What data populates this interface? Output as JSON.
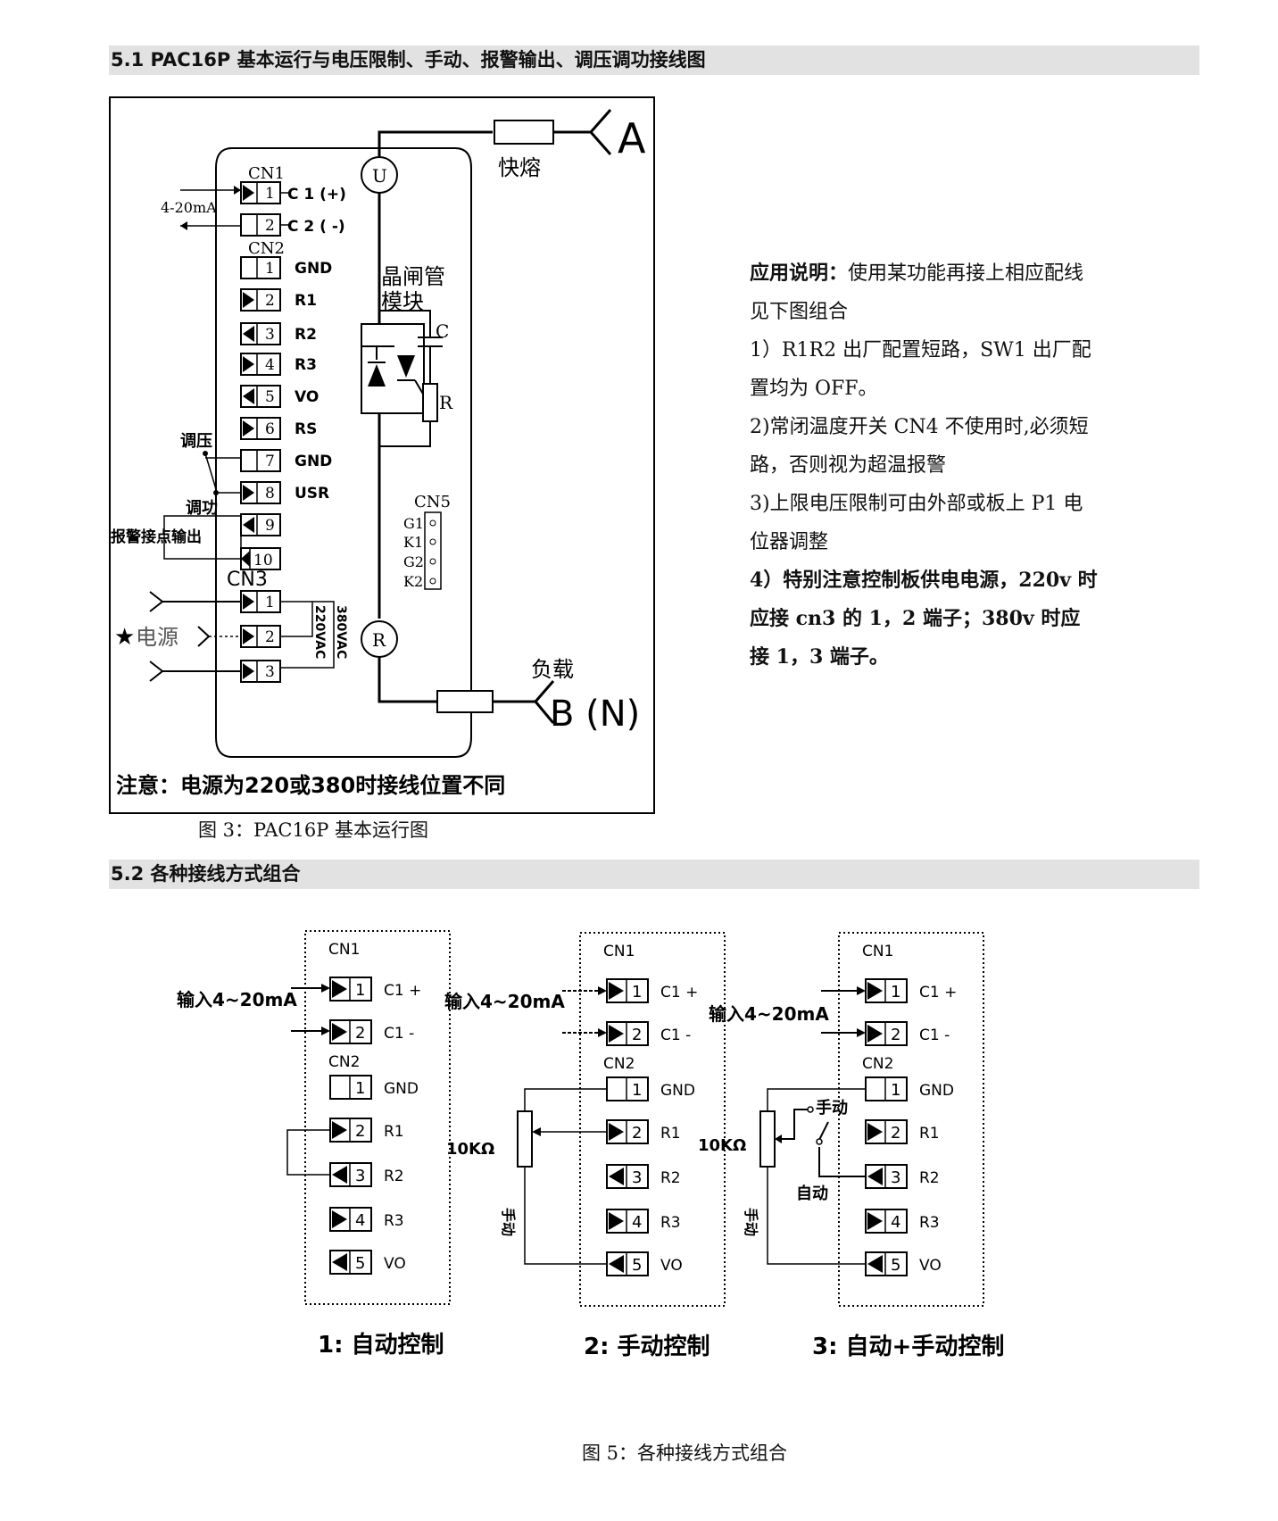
{
  "section1": {
    "title": "5.1 PAC16P 基本运行与电压限制、手动、报警输出、调压调功接线图"
  },
  "section2": {
    "title": "5.2 各种接线方式组合"
  },
  "fig3": {
    "caption": "图 3：PAC16P 基本运行图",
    "labels": {
      "phase_a": "A",
      "phase_b": "B (N)",
      "fuse": "快熔",
      "load": "负载",
      "meter_u": "U",
      "meter_r": "R",
      "thyristor_line1": "晶闸管",
      "thyristor_line2": "模块",
      "cap": "C",
      "res": "R",
      "cn1": "CN1",
      "cn2": "CN2",
      "cn3": "CN3",
      "cn5": "CN5",
      "c1p": "C 1 (+)",
      "c2m": "C 2 ( -)",
      "ma": "4-20mA",
      "tiaoya": "调压",
      "tiaogong": "调功",
      "alarm": "报警接点输出",
      "power": "电源",
      "v380": "380VAC",
      "v220": "220VAC",
      "note": "注意：电源为220或380时接线位置不同"
    },
    "cn2_pins": [
      {
        "num": "1",
        "label": "GND"
      },
      {
        "num": "2",
        "label": "R1"
      },
      {
        "num": "3",
        "label": "R2"
      },
      {
        "num": "4",
        "label": "R3"
      },
      {
        "num": "5",
        "label": "VO"
      },
      {
        "num": "6",
        "label": "RS"
      },
      {
        "num": "7",
        "label": "GND"
      },
      {
        "num": "8",
        "label": "USR"
      },
      {
        "num": "9",
        "label": ""
      },
      {
        "num": "10",
        "label": ""
      }
    ],
    "cn1_pins": [
      {
        "num": "1"
      },
      {
        "num": "2"
      }
    ],
    "cn3_pins": [
      {
        "num": "1"
      },
      {
        "num": "2"
      },
      {
        "num": "3"
      }
    ],
    "cn5_pins": [
      "G1",
      "K1",
      "G2",
      "K2"
    ]
  },
  "notes": {
    "lead": "应用说明：",
    "lead_rest": "使用某功能再接上相应配线见下图组合",
    "n1": "1）R1R2 出厂配置短路，SW1 出厂配置均为 OFF。",
    "n2": "2)常闭温度开关 CN4 不使用时,必须短路，否则视为超温报警",
    "n3": "3)上限电压限制可由外部或板上 P1 电位器调整",
    "n4": "4）特别注意控制板供电电源，220v 时应接 cn3 的 1，2 端子；380v 时应接 1，3 端子。"
  },
  "fig5": {
    "caption": "图 5：各种接线方式组合",
    "common": {
      "cn1": "CN1",
      "cn2": "CN2",
      "input": "输入4~20mA",
      "c1p": "C1 +",
      "c1m": "C1 -",
      "gnd": "GND",
      "r1": "R1",
      "r2": "R2",
      "r3": "R3",
      "vo": "VO",
      "pot": "10KΩ",
      "manual_v": "手动",
      "manual": "手动",
      "auto": "自动"
    },
    "panels": [
      {
        "title": "1: 自动控制"
      },
      {
        "title": "2: 手动控制"
      },
      {
        "title": "3: 自动+手动控制"
      }
    ]
  }
}
